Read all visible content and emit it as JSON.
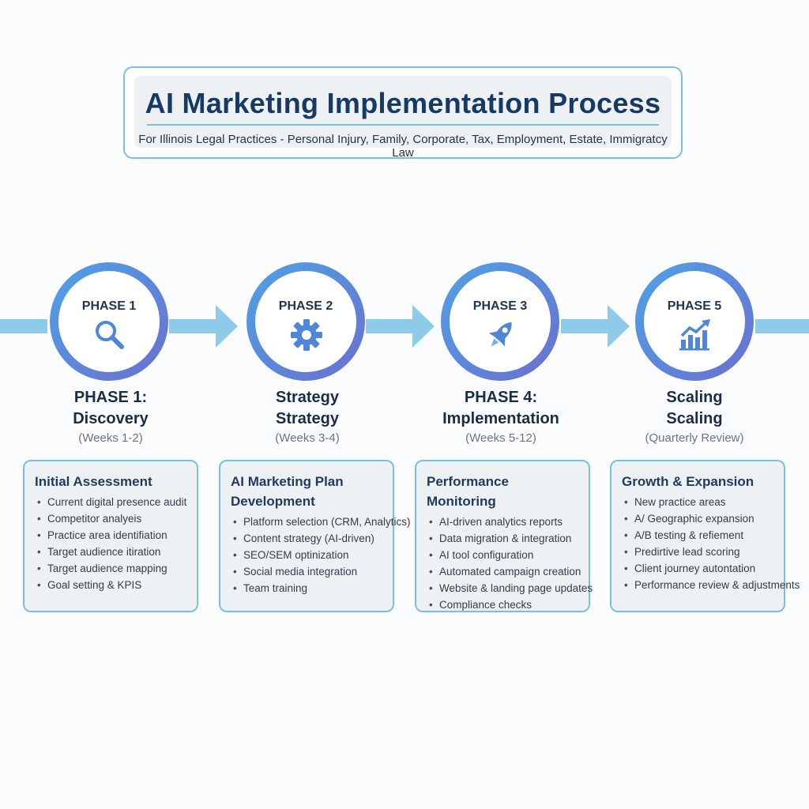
{
  "header": {
    "title": "AI Marketing Implementation Process",
    "subtitle": "For Illinois Legal Practices - Personal Injury, Family, Corporate, Tax, Employment, Estate, Immigratcy Law"
  },
  "colors": {
    "accent": "#7cbde6",
    "flow": "#8ecbe8",
    "circle_start": "#4fa2e6",
    "circle_end": "#6a6fcf",
    "icon": "#4f86d9",
    "title": "#163a63"
  },
  "phases": [
    {
      "badge": "PHASE 1",
      "icon": "magnifier-icon",
      "heading_line1": "PHASE 1:",
      "heading_line2": "Discovery",
      "timeframe": "(Weeks 1-2)",
      "card_title": "Initial Assessment",
      "items": [
        "Current digital presence audit",
        "Competitor analyeis",
        "Practice area identifiation",
        "Target audience itiration",
        "Target audience mapping",
        "Goal setting & KPIS"
      ]
    },
    {
      "badge": "PHASE 2",
      "icon": "gear-icon",
      "heading_line1": "Strategy",
      "heading_line2": "Strategy",
      "timeframe": "(Weeks 3-4)",
      "card_title": "AI Marketing Plan Development",
      "items": [
        "Platform selection (CRM, Analytics)",
        "Content strategy (AI-driven)",
        "SEO/SEM optinization",
        "Social media integration",
        "Team training"
      ]
    },
    {
      "badge": "PHASE 3",
      "icon": "rocket-icon",
      "heading_line1": "PHASE 4:",
      "heading_line2": "Implementation",
      "timeframe": "(Weeks 5-12)",
      "card_title": "Performance Monitoring",
      "items": [
        "AI-driven analytics reports",
        "Data migration & integration",
        "AI tool configuration",
        "Automated campaign creation",
        "Website & landing page updates",
        "Compliance checks"
      ]
    },
    {
      "badge": "PHASE 5",
      "icon": "growth-chart-icon",
      "heading_line1": "Scaling",
      "heading_line2": "Scaling",
      "timeframe": "(Quarterly Review)",
      "card_title": "Growth & Expansion",
      "items": [
        "New practice areas",
        "A/ Geographic expansion",
        "A/B testing & refiement",
        "Predirtive lead scoring",
        "Client journey autontation",
        "Performance review & adjustments"
      ]
    }
  ]
}
